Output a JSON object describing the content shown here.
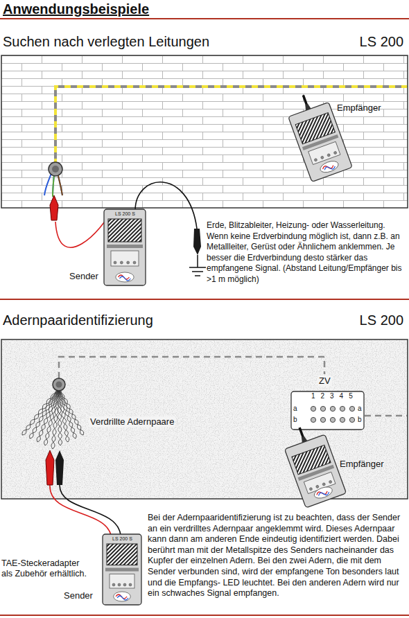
{
  "diagram": {
    "title": "Anwendungsbeispiele",
    "nodes": [
      {
        "text": [
          "Suchen nach verlegten Leitungen",
          "LS 200"
        ]
      },
      {
        "text": [
          "Empfänger"
        ],
        "in": 0
      },
      {
        "text": [
          "Sender"
        ]
      },
      {
        "text": [
          "Adernpaaridentifizierung",
          "LS 200"
        ]
      },
      {
        "text": [
          "ZV",
          "1 2 3 4 5",
          "a",
          "b",
          "a",
          "b"
        ],
        "in": 3
      },
      {
        "text": [
          "Empfänger"
        ],
        "in": 3
      },
      {
        "text": [
          "Sender"
        ]
      }
    ],
    "labels": [
      "LS 200 S",
      "Erde, Blitzableiter, Heizung- oder Wasserleitung. Wenn keine Erdverbindung möglich ist, dann z.B. an Metallleiter, Gerüst oder Ähnlichem anklemmen. Je besser die Erdverbindung desto stärker das empfangene Signal. (Abstand Leitung/Empfänger  bis >1 m möglich)",
      "Verdrillte  Adernpaare",
      "TAE-Steckeradapter als Zubehör erhältlich.",
      "LS 200 S",
      "Bei der Adernpaaridentifizierung ist zu beachten, dass der Sender an ein verdrilltes Adernpaar angeklemmt wird. Dieses Adernpaar kann dann am anderen Ende eindeutig identifiziert werden. Dabei berührt man mit der Metallspitze des Senders nacheinander das Kupfer der einzelnen Adern. Bei den zwei Adern, die mit dem Sender verbunden sind, wird der empfangene Ton besonders laut und die Empfangs- LED leuchtet. Bei den anderen Adern wird  nur ein schwaches Signal empfangen."
    ]
  }
}
